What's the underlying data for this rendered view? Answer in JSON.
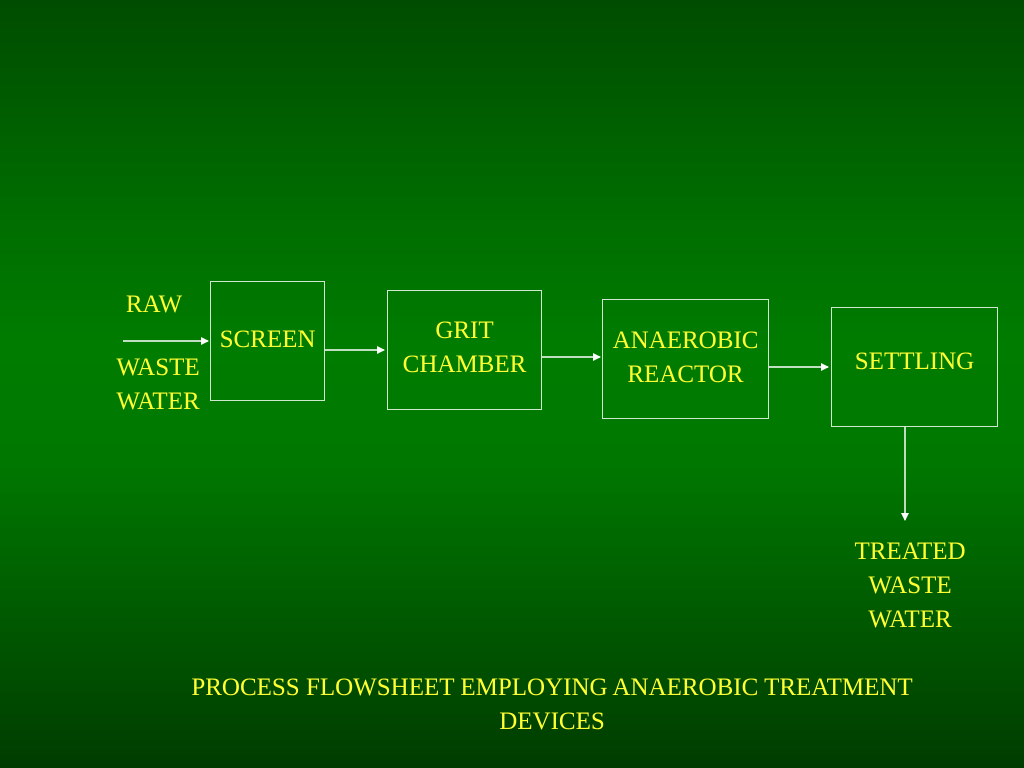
{
  "input_label": {
    "line1": "RAW",
    "line2": "WASTE",
    "line3": "WATER"
  },
  "boxes": {
    "screen": {
      "line1": "SCREEN"
    },
    "grit": {
      "line1": "GRIT",
      "line2": "CHAMBER"
    },
    "anaerobic": {
      "line1": "ANAEROBIC",
      "line2": "REACTOR"
    },
    "settling": {
      "line1": "SETTLING"
    }
  },
  "output_label": {
    "line1": "TREATED",
    "line2": "WASTE",
    "line3": "WATER"
  },
  "caption": {
    "line1": "PROCESS FLOWSHEET EMPLOYING ANAEROBIC TREATMENT",
    "line2": "DEVICES"
  },
  "colors": {
    "text": "#ffff33",
    "lines": "#ffffff"
  }
}
